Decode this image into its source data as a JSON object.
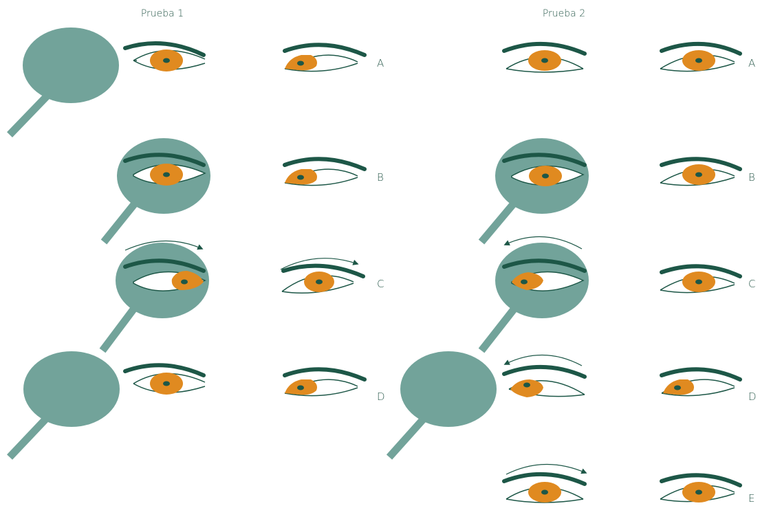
{
  "titles": {
    "test1": "Prueba 1",
    "test2": "Prueba 2"
  },
  "test1": {
    "row_labels": [
      "A",
      "B",
      "C",
      "D"
    ]
  },
  "test2": {
    "row_labels": [
      "A",
      "B",
      "C",
      "D",
      "E"
    ]
  },
  "colors": {
    "occluder": "#72a39a",
    "iris": "#e08a20",
    "pupil": "#1d5747",
    "outline": "#1d5747",
    "brow": "#1d5747",
    "text": "#2e5d4f"
  }
}
